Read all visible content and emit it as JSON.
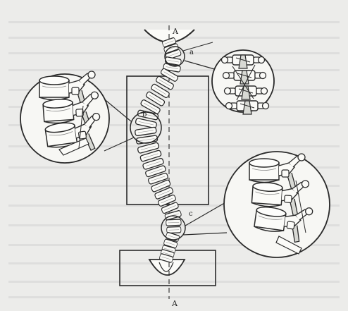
{
  "figure": {
    "labels": {
      "axis_top": "A",
      "axis_bottom": "A",
      "region_a": "a",
      "region_b": "b",
      "region_c": "c"
    },
    "colors": {
      "ink": "#2a2a2a",
      "paper": "#ececea",
      "bone_fill": "#fbfbf8",
      "bone_shade": "#cfd0cb"
    }
  }
}
